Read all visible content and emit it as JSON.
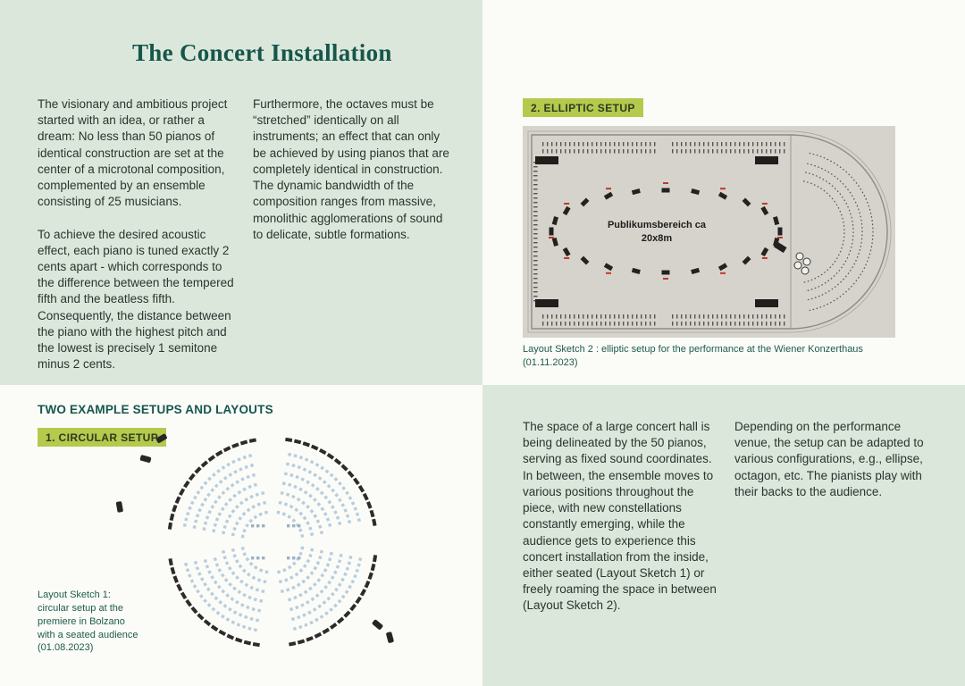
{
  "page": {
    "title": "The Concert Installation"
  },
  "intro": {
    "col1_p1": "The visionary and ambitious project started with an idea, or rather a dream: No less than 50 pianos of identical construction are set at the center of a microtonal composition, complemented by an ensemble consisting of 25 musicians.",
    "col1_p2": "To achieve the desired acoustic effect, each piano is tuned exactly 2 cents apart - which corresponds to the difference between the tempered fifth and the beatless fifth. Consequently, the distance between the piano with the highest pitch and the lowest is precisely 1 semitone minus 2 cents.",
    "col2_p1": "Furthermore, the octaves must be “stretched” identically on all instruments; an effect that can only be achieved by using pianos that are completely identical in construction. The dynamic bandwidth of the composition ranges from massive, monolithic agglomerations of sound to delicate, subtle formations."
  },
  "elliptic": {
    "label": "2. ELLIPTIC SETUP",
    "center_label_line1": "Publikumsbereich ca",
    "center_label_line2": "20x8m",
    "caption": "Layout Sketch 2 : elliptic setup for the performance at the Wiener Konzerthaus (01.11.2023)"
  },
  "setups": {
    "heading": "TWO EXAMPLE SETUPS AND LAYOUTS",
    "circular_label": "1. CIRCULAR SETUP",
    "circular_caption": "Layout Sketch 1:\ncircular setup at the\npremiere in Bolzano\nwith a seated audience\n(01.08.2023)"
  },
  "outro": {
    "col1": "The space of a large concert hall is being delineated by the 50 pianos, serving as fixed sound coordinates. In between, the ensemble moves to various positions throughout the piece, with new constellations constantly emerging, while the audience gets to experience this concert installation from the inside, either seated (Layout Sketch 1) or freely roaming the space in between (Layout Sketch 2).",
    "col2": "Depending on the performance venue, the setup can be adapted to various configurations, e.g., ellipse, octagon, etc. The pianists play with their backs to the audience."
  },
  "colors": {
    "mint": "#dce7dc",
    "heading_green": "#15574a",
    "highlight_green": "#b5c94d",
    "body_text": "#28352e",
    "caption_green": "#1d5c4b",
    "plan_background": "#d6d3cd",
    "audience_blue": "#b7cddc",
    "piano_black": "#2c2b29",
    "red_label": "#bf3a28"
  }
}
